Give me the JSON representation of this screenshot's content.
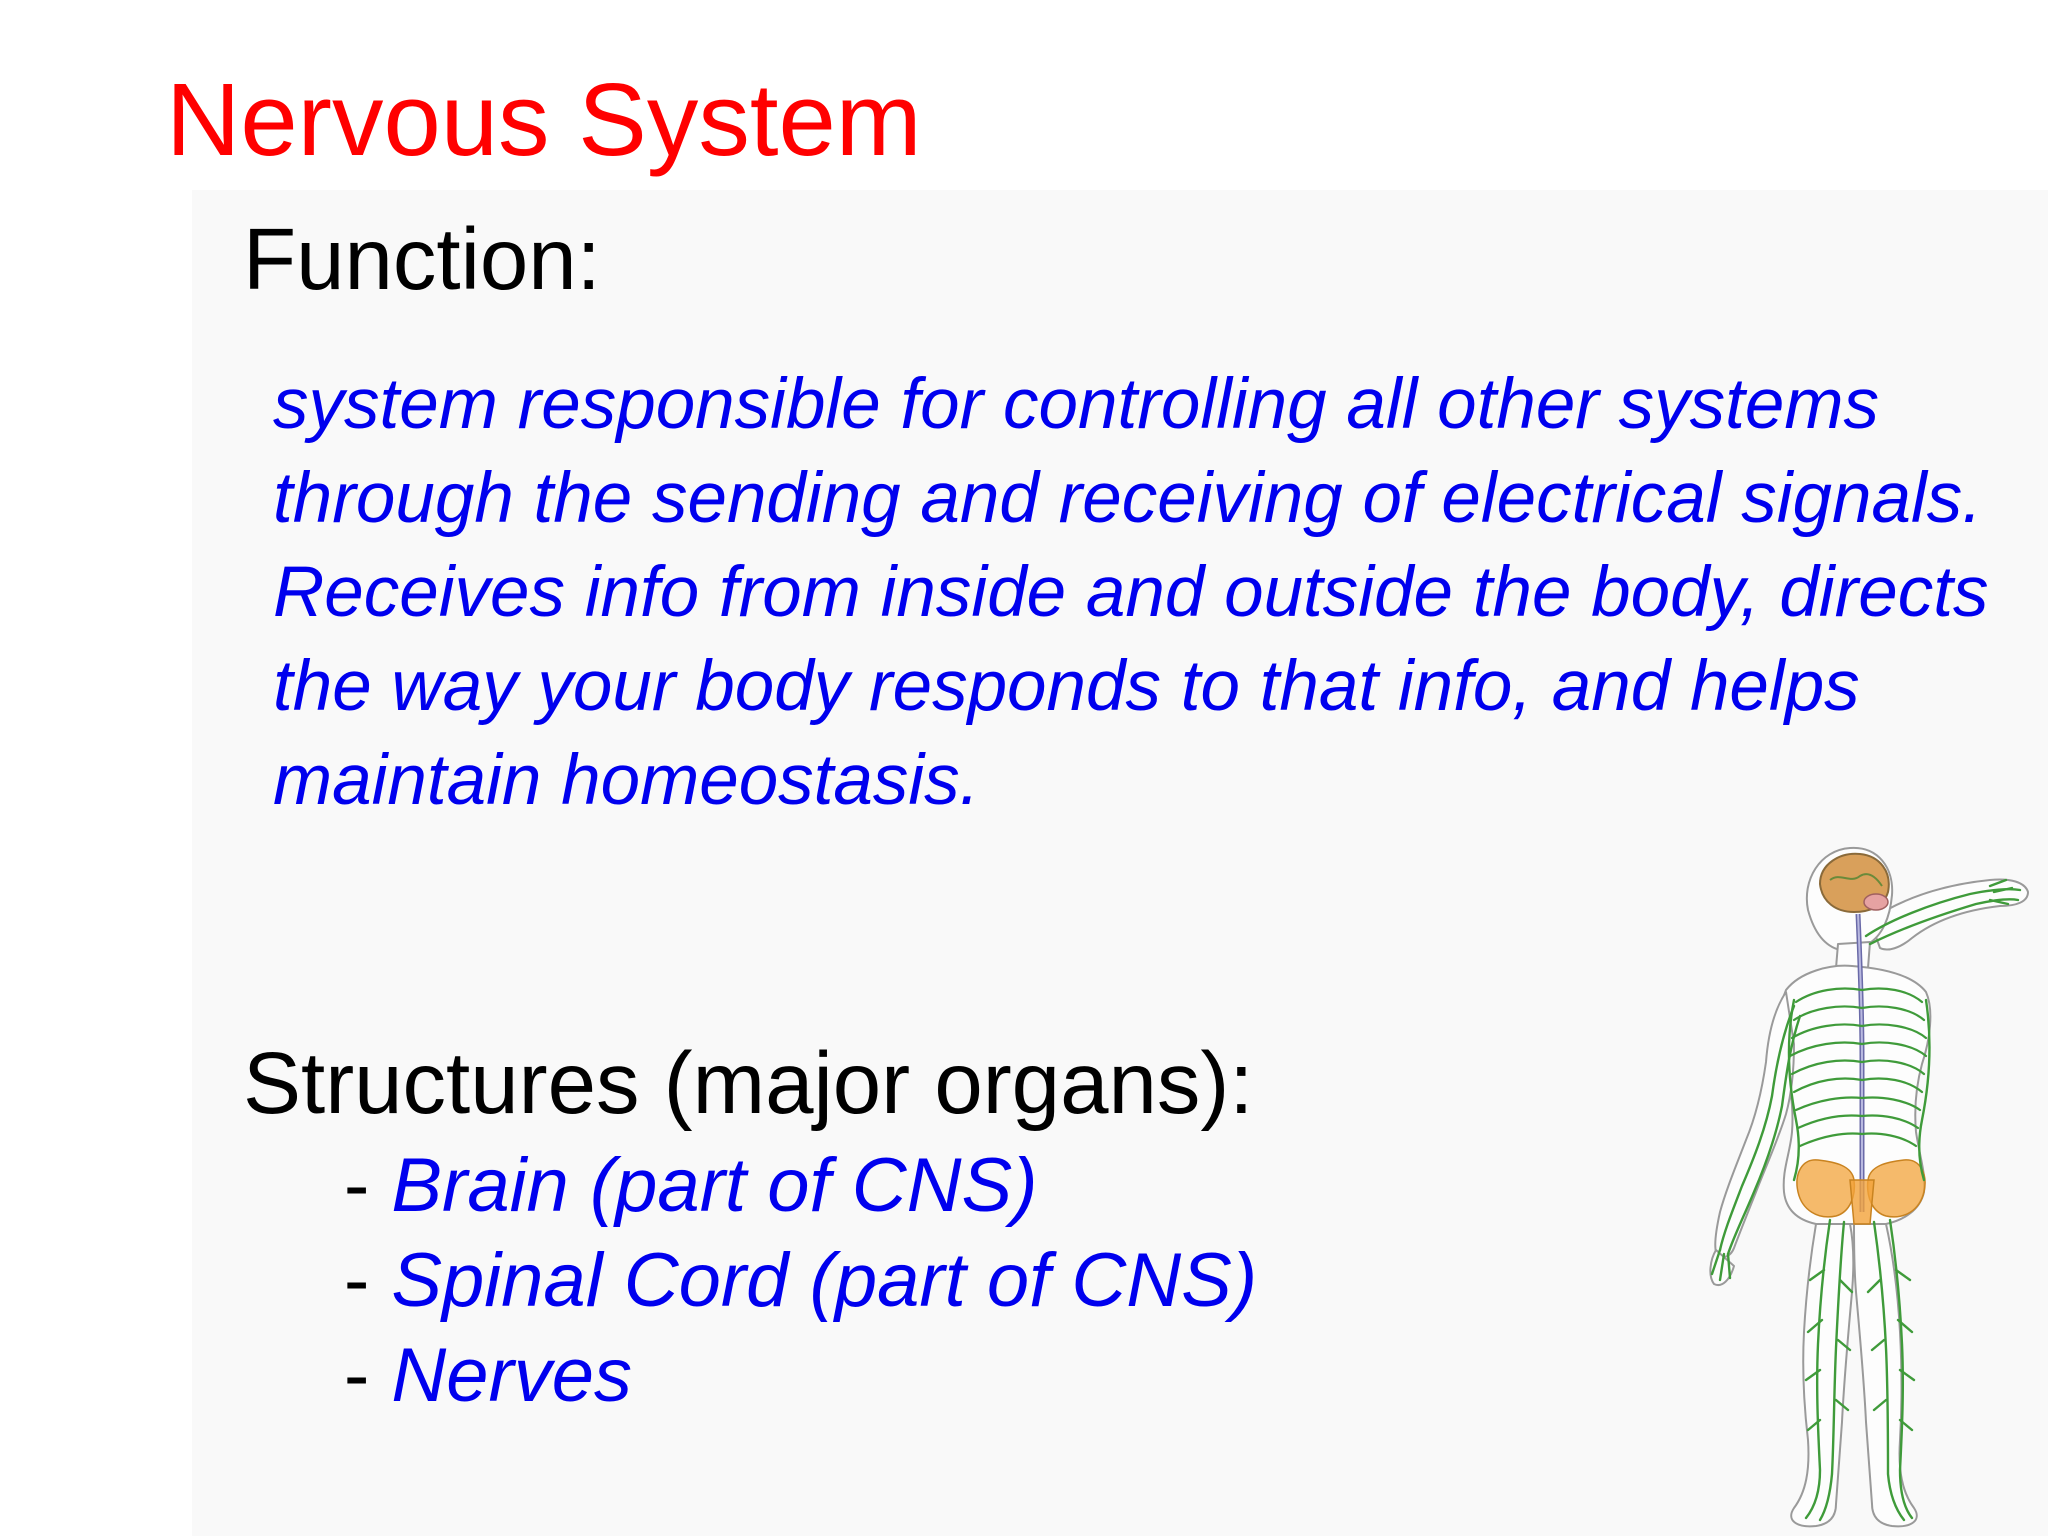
{
  "slide": {
    "title": "Nervous System",
    "function_heading": "Function:",
    "function_text": "system responsible for controlling all other systems through the sending and receiving of electrical signals. Receives info from inside and outside the body, directs the way your body responds to that info, and helps maintain homeostasis.",
    "structures_heading": "Structures (major organs):",
    "organs": [
      {
        "dash": "-",
        "name": "Brain (part of CNS)"
      },
      {
        "dash": "-",
        "name": "Spinal Cord (part of CNS)"
      },
      {
        "dash": "-",
        "name": "Nerves"
      }
    ]
  },
  "colors": {
    "title": "#ff0000",
    "heading": "#000000",
    "body_text": "#0000ee",
    "nerve_green": "#3f9b3a",
    "brain_orange": "#d9a05b",
    "pelvis_orange": "#f2a33a"
  },
  "illustration": {
    "icon": "nervous-system-body-illustration"
  }
}
